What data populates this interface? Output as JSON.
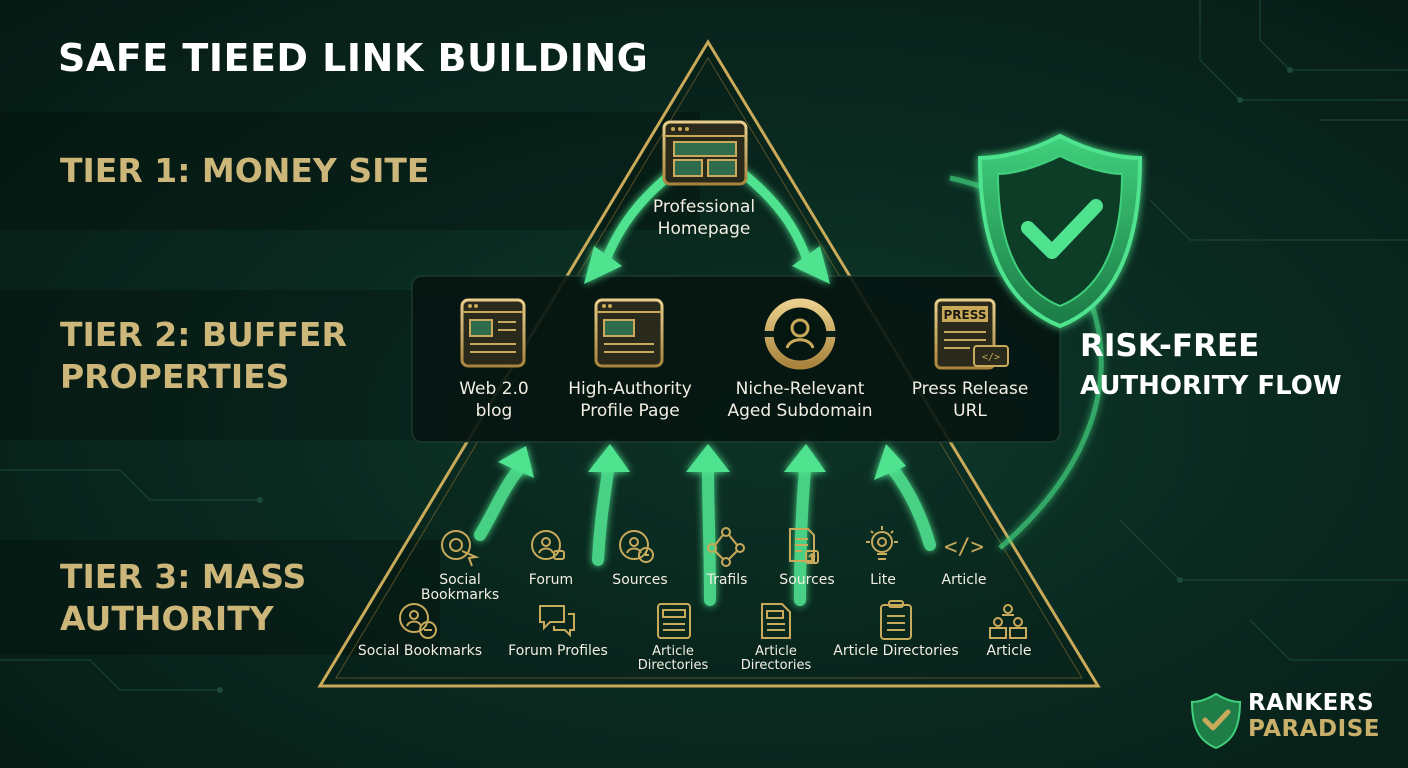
{
  "title": "SAFE TIEED LINK BUILDING",
  "tiers": {
    "tier1": [
      "TIER 1: MONEY SITE"
    ],
    "tier2": [
      "TIER 2: BUFFER",
      "PROPERTIES"
    ],
    "tier3": [
      "TIER 3: MASS",
      "AUTHORITY"
    ]
  },
  "tier1_node": {
    "icon": "browser-window-icon",
    "label": [
      "Professional",
      "Homepage"
    ]
  },
  "tier2_nodes": [
    {
      "icon": "web-page-icon",
      "label": [
        "Web 2.0",
        "blog"
      ]
    },
    {
      "icon": "profile-page-icon",
      "label": [
        "High-Authority",
        "Profile Page"
      ]
    },
    {
      "icon": "user-circle-icon",
      "label": [
        "Niche-Relevant",
        "Aged Subdomain"
      ]
    },
    {
      "icon": "press-release-icon",
      "badge": "PRESS",
      "label": [
        "Press Release",
        "URL"
      ]
    }
  ],
  "tier3_row1": [
    {
      "icon": "bookmark-click-icon",
      "label": [
        "Social",
        "Bookmarks"
      ]
    },
    {
      "icon": "forum-user-icon",
      "label": [
        "Forum"
      ]
    },
    {
      "icon": "source-clock-icon",
      "label": [
        "Sources"
      ]
    },
    {
      "icon": "network-nodes-icon",
      "label": [
        "Trafils"
      ]
    },
    {
      "icon": "document-upload-icon",
      "label": [
        "Sources"
      ]
    },
    {
      "icon": "lightbulb-icon",
      "label": [
        "Lite"
      ]
    },
    {
      "icon": "code-icon",
      "glyph": "</>",
      "label": [
        "Article"
      ]
    }
  ],
  "tier3_row2": [
    {
      "icon": "chat-user-icon",
      "label": [
        "Social Bookmarks"
      ]
    },
    {
      "icon": "chat-bubbles-icon",
      "label": [
        "Forum Profiles"
      ]
    },
    {
      "icon": "article-list-icon",
      "label": [
        "Article",
        "Directories"
      ]
    },
    {
      "icon": "article-doc-icon",
      "label": [
        "Article",
        "Directories"
      ]
    },
    {
      "icon": "clipboard-icon",
      "label": [
        "Article Directories"
      ]
    },
    {
      "icon": "people-group-icon",
      "label": [
        "Article"
      ]
    }
  ],
  "callout": [
    "RISK-FREE",
    "AUTHORITY FLOW"
  ],
  "brand": [
    "RANKERS",
    "PARADISE"
  ],
  "colors": {
    "gold": "#c9a95a",
    "gold_text": "#cdb67a",
    "green_arrow": "#4fe38f",
    "shield_green": "#2fb36a",
    "background": "#0a2a20"
  }
}
